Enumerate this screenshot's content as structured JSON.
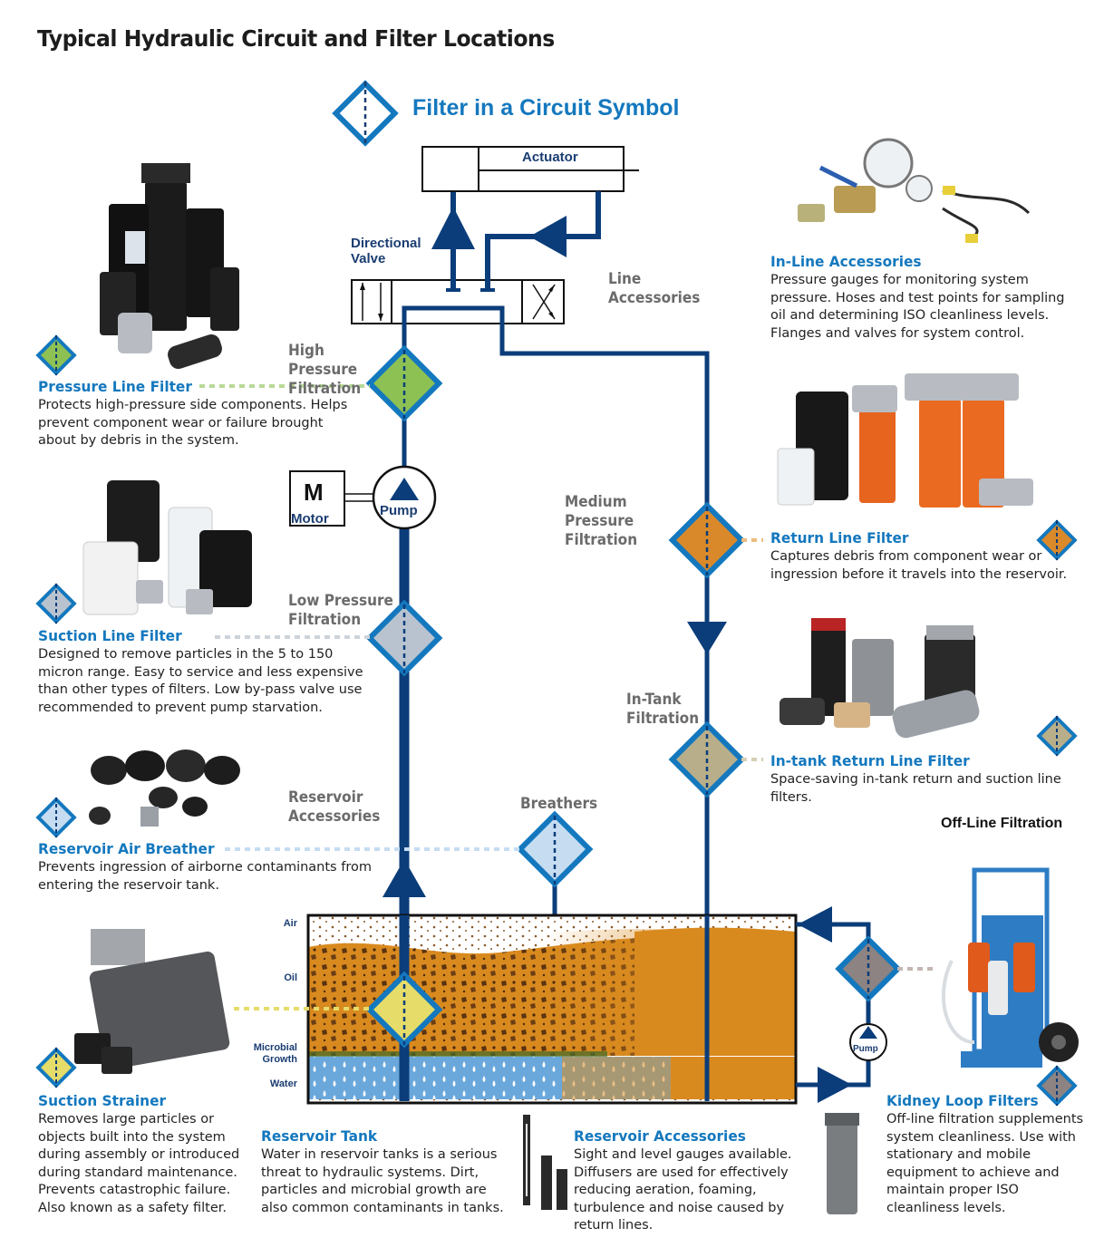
{
  "title": "Typical Hydraulic Circuit and Filter Locations",
  "legend": {
    "label": "Filter in a Circuit Symbol"
  },
  "circuit": {
    "actuator": "Actuator",
    "directional_valve": "Directional Valve",
    "motor_letter": "M",
    "motor": "Motor",
    "pump": "Pump",
    "offline_pump": "Pump",
    "stages": {
      "line_accessories": "Line Accessories",
      "high_pressure": "High Pressure Filtration",
      "low_pressure": "Low Pressure Filtration",
      "reservoir_accessories": "Reservoir Accessories",
      "medium_pressure": "Medium Pressure Filtration",
      "in_tank": "In-Tank Filtration",
      "breathers": "Breathers",
      "offline": "Off-Line Filtration"
    },
    "tank_layers": {
      "air": "Air",
      "oil": "Oil",
      "microbial": "Microbial Growth",
      "water": "Water"
    }
  },
  "sections": {
    "pressure_line": {
      "title": "Pressure Line Filter",
      "text": "Protects high-pressure side components. Helps prevent component wear or failure brought about by debris in the system."
    },
    "suction_line": {
      "title": "Suction Line Filter",
      "text": "Designed to remove particles in the 5 to 150 micron range. Easy to service and less expensive than other types of filters. Low by-pass valve use recommended to prevent pump starvation."
    },
    "air_breather": {
      "title": "Reservoir Air Breather",
      "text": "Prevents ingression of airborne contaminants from entering the reservoir tank."
    },
    "suction_strainer": {
      "title": "Suction Strainer",
      "text": "Removes large particles or objects built into the system during assembly or introduced during standard maintenance. Prevents catastrophic failure. Also known as a safety filter."
    },
    "reservoir_tank": {
      "title": "Reservoir Tank",
      "text": "Water in reservoir tanks is a serious threat to hydraulic systems. Dirt, particles and microbial growth are also common contaminants in tanks."
    },
    "reservoir_accessories": {
      "title": "Reservoir Accessories",
      "text": "Sight and level gauges available. Diffusers are used for effectively reducing aeration, foaming, turbulence and noise caused by return lines."
    },
    "inline_accessories": {
      "title": "In-Line Accessories",
      "text": "Pressure gauges for monitoring system pressure. Hoses and test points for sampling oil and determining ISO cleanliness levels. Flanges and valves for system control."
    },
    "return_line": {
      "title": "Return Line Filter",
      "text": "Captures debris from component wear or ingression before it travels into the reservoir."
    },
    "intank_return": {
      "title": "In-tank Return Line Filter",
      "text": "Space-saving in-tank return and suction line filters."
    },
    "kidney_loop": {
      "title": "Kidney Loop Filters",
      "text": "Off-line filtration supplements system cleanliness. Use with stationary and mobile equipment to achieve and maintain proper ISO cleanliness levels."
    }
  },
  "colors": {
    "line_blue": "#0b3d7a",
    "accent_blue": "#1478be",
    "high_pressure": "#8dc153",
    "low_pressure": "#b9c3cf",
    "medium_pressure": "#d9892a",
    "in_tank": "#b8ae8a",
    "breather": "#c6dcf1",
    "strainer": "#e5dc6a",
    "offline": "#8d8382",
    "oil": "#d98a1f",
    "water": "#6aa8dc"
  }
}
